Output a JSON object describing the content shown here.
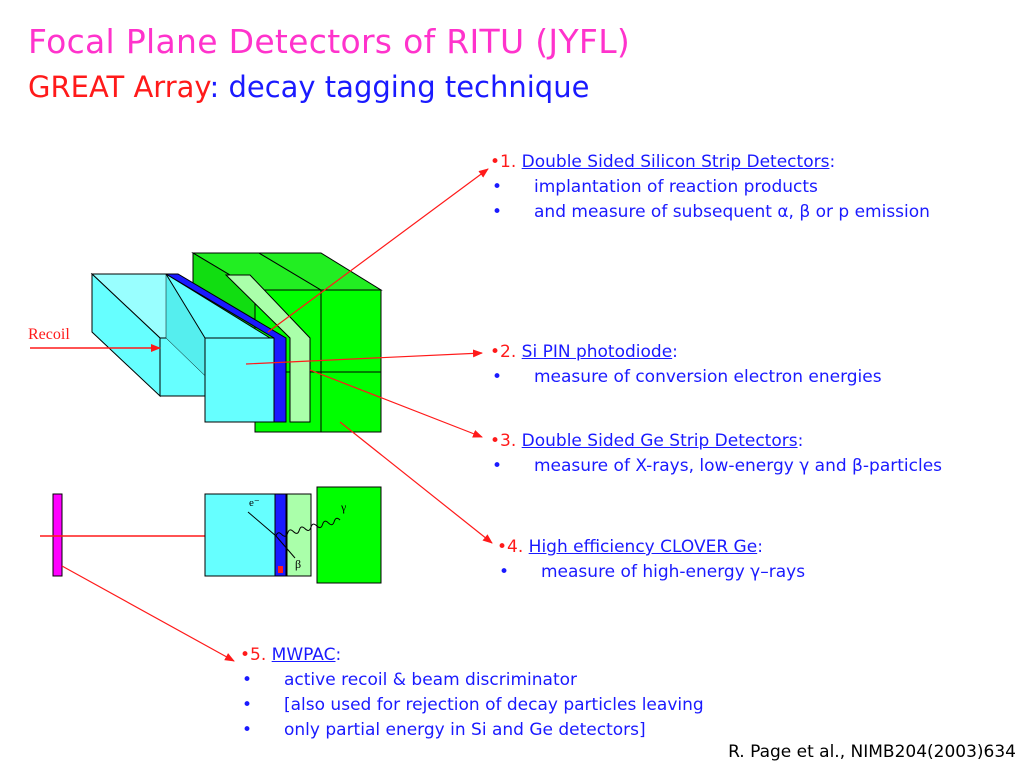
{
  "title": "Focal Plane Detectors of RITU (JYFL)",
  "subtitle": {
    "red_part": "GREAT Array",
    "blue_part": ": decay tagging technique"
  },
  "recoil_label": "Recoil",
  "inset_labels": {
    "electron": "e⁻",
    "gamma": "γ",
    "beta": "β"
  },
  "detectors": [
    {
      "num": "•1.",
      "name": "Double Sided Silicon Strip Detectors",
      "suffix": ":",
      "items": [
        "implantation of  reaction products",
        "and measure of subsequent α, β or p emission"
      ]
    },
    {
      "num": "•2.",
      "name": "Si PIN photodiode",
      "suffix": ":",
      "items": [
        "measure of conversion electron energies"
      ]
    },
    {
      "num": "•3.",
      "name": "Double Sided Ge Strip Detectors",
      "suffix": ":",
      "items": [
        "measure of X-rays, low-energy γ and β-particles"
      ]
    },
    {
      "num": "•4.",
      "name": "High efficiency CLOVER Ge",
      "suffix": ":",
      "items": [
        "measure of high-energy γ–rays"
      ]
    },
    {
      "num": "•5.",
      "name": "MWPAC",
      "suffix": ":",
      "items": [
        "active recoil & beam discriminator",
        "[also used for rejection of decay particles leaving",
        "only partial energy in Si and Ge detectors]"
      ]
    }
  ],
  "bullet": "•",
  "citation": "R. Page et al., NIMB204(2003)634",
  "colors": {
    "title": "#ff33cc",
    "red": "#ff1a1a",
    "blue": "#1a1aff",
    "green": "#00ff00",
    "cyan": "#66ffff",
    "pink": "#ff00ff"
  }
}
